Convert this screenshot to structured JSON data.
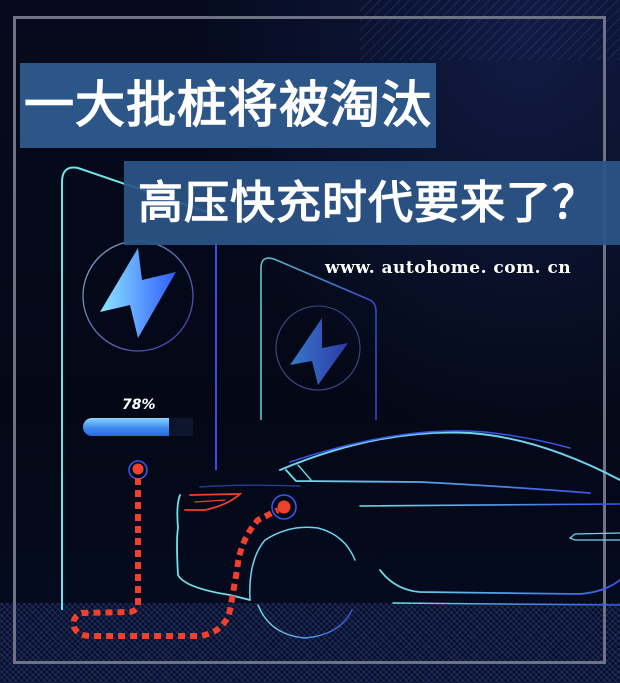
{
  "headline": {
    "line1": "一大批桩将被淘汰",
    "line2": "高压快充时代要来了？"
  },
  "watermark": "www. autohome. com. cn",
  "charger": {
    "battery_label": "78%",
    "battery_percent": 78
  },
  "icons": [
    "lightning-bolt-icon",
    "lightning-bolt-icon",
    "charging-port-icon",
    "charging-plug-icon"
  ],
  "colors": {
    "background": "#040818",
    "title_box": "#2c5588",
    "frame": "#6e7284",
    "cyan_line": "#6fe3e6",
    "blue_line": "#3a55e8",
    "cable_red": "#f0402e",
    "battery_fill": "#3e8cf0"
  }
}
